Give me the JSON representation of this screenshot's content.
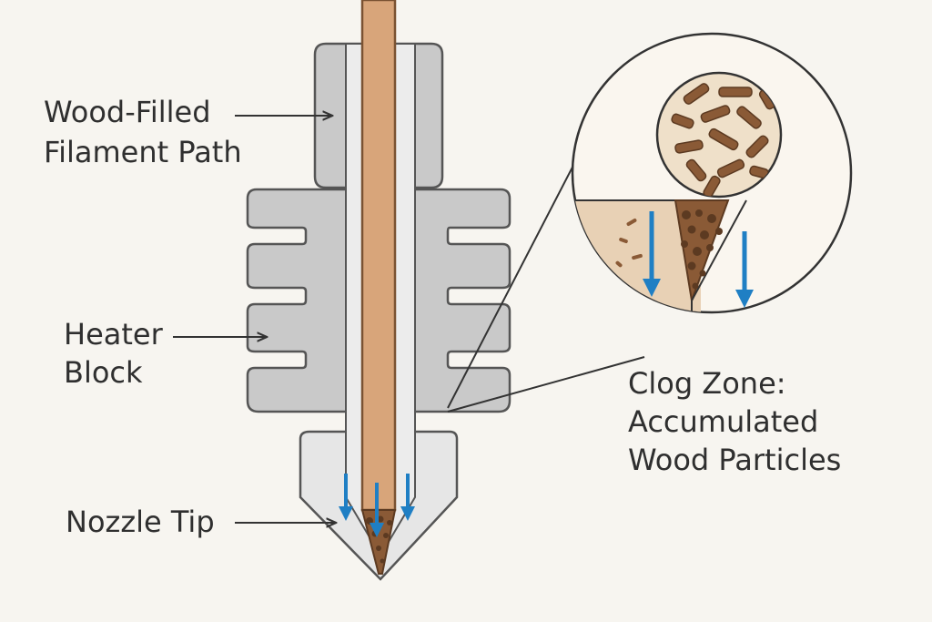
{
  "labels": {
    "filament_path": [
      "Wood-Filled",
      "Filament Path"
    ],
    "heater_block": [
      "Heater",
      "Block"
    ],
    "nozzle_tip": [
      "Nozzle Tip"
    ],
    "clog_zone": [
      "Clog Zone:",
      "Accumulated",
      "Wood Particles"
    ]
  },
  "colors": {
    "background": "#f7f5f0",
    "metal": "#c9c9c9",
    "metal_light": "#e6e6e6",
    "metal_stroke": "#555555",
    "filament": "#d8a57a",
    "filament_stroke": "#7a5232",
    "particle": "#8a5a36",
    "particle_dark": "#5c3a21",
    "arrow": "#1f7fc4",
    "zoom_fill": "#f3e8da",
    "zoom_band": "#e8d1b5"
  },
  "icons": {
    "flow_arrow": "down-arrow-icon",
    "particles": "wood-particle-icon"
  }
}
